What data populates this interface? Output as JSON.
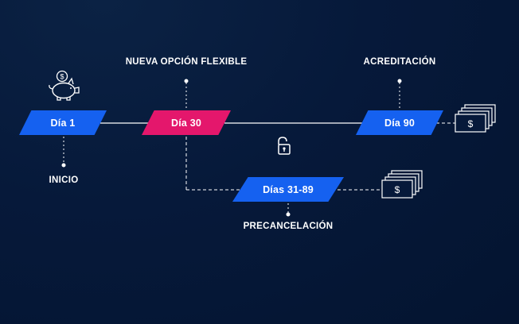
{
  "nodes": {
    "dia1": "Día 1",
    "dia30": "Día 30",
    "dia90": "Día 90",
    "dias31_89": "Días 31-89"
  },
  "labels": {
    "inicio": "INICIO",
    "nueva_opcion": "NUEVA OPCIÓN FLEXIBLE",
    "acreditacion": "ACREDITACIÓN",
    "precancelacion": "PRECANCELACIÓN"
  },
  "icons": {
    "piggy_bank": "piggy-bank-icon",
    "unlock": "unlock-icon",
    "money": "money-stack-icon"
  },
  "colors": {
    "blue": "#1561f0",
    "pink": "#e4176c",
    "line": "#ffffff"
  }
}
